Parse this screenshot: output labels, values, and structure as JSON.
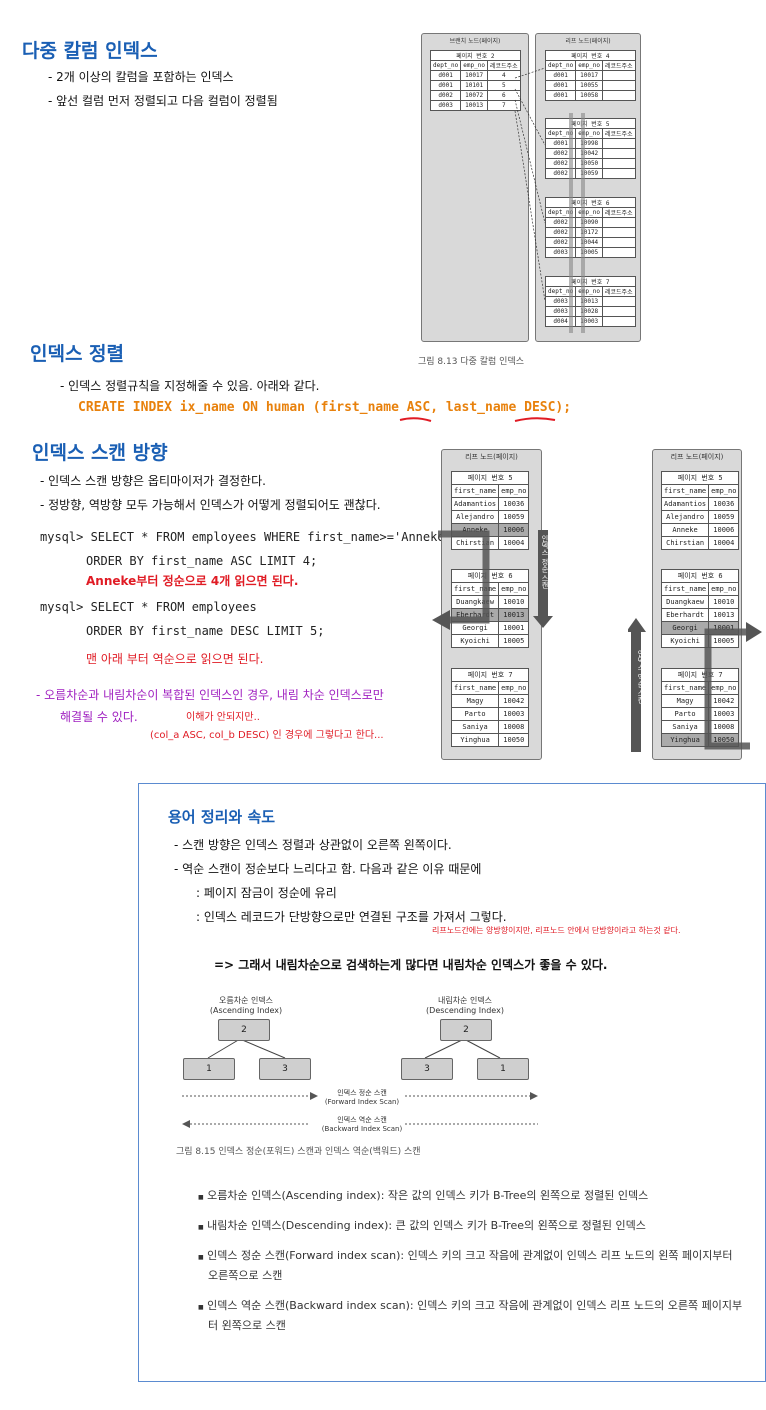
{
  "section1": {
    "title": "다중 칼럼 인덱스",
    "bullets": [
      "- 2개 이상의 칼럼을 포함하는 인덱스",
      "- 앞선 컬럼 먼저 정렬되고 다음 컬럼이 정렬됨"
    ],
    "figure": {
      "branch_title": "브랜치 노드(페이지)",
      "leaf_title": "리프 노드(페이지)",
      "branch_page": "페이지 번호 2",
      "headers": [
        "dept_no",
        "emp_no",
        "레코드주소"
      ],
      "branch_rows": [
        [
          "d001",
          "10017",
          "4"
        ],
        [
          "d001",
          "10101",
          "5"
        ],
        [
          "d002",
          "10072",
          "6"
        ],
        [
          "d003",
          "10013",
          "7"
        ]
      ],
      "leaf_pages": [
        {
          "label": "페이지 번호 4",
          "rows": [
            [
              "d001",
              "10017"
            ],
            [
              "d001",
              "10055"
            ],
            [
              "d001",
              "10058"
            ]
          ]
        },
        {
          "label": "페이지 번호 5",
          "rows": [
            [
              "d001",
              "10998"
            ],
            [
              "d002",
              "10042"
            ],
            [
              "d002",
              "10050"
            ],
            [
              "d002",
              "10059"
            ]
          ]
        },
        {
          "label": "페이지 번호 6",
          "rows": [
            [
              "d002",
              "10090"
            ],
            [
              "d002",
              "10172"
            ],
            [
              "d002",
              "10044"
            ],
            [
              "d003",
              "10005"
            ]
          ]
        },
        {
          "label": "페이지 번호 7",
          "rows": [
            [
              "d003",
              "10013"
            ],
            [
              "d003",
              "10028"
            ],
            [
              "d004",
              "10003"
            ]
          ]
        }
      ],
      "caption": "그림 8.13 다중 칼럼 인덱스"
    }
  },
  "section2": {
    "title": "인덱스 정렬",
    "note": "- 인덱스 정렬규칙을 지정해줄 수 있음. 아래와 같다.",
    "code": "CREATE INDEX ix_name ON human (first_name ASC, last_name DESC);"
  },
  "section3": {
    "title": "인덱스 스캔 방향",
    "bullets": [
      "- 인덱스 스캔 방향은 옵티마이저가 결정한다.",
      "- 정방향, 역방향 모두 가능해서 인덱스가 어떻게 정렬되어도 괜찮다."
    ],
    "query1_line1": "mysql> SELECT * FROM employees WHERE first_name>='Anneke'",
    "query1_line2": "ORDER BY first_name ASC LIMIT 4;",
    "query1_note": "Anneke부터 정순으로 4개 읽으면 된다.",
    "query2_line1": "mysql> SELECT * FROM employees",
    "query2_line2": "ORDER BY first_name DESC LIMIT 5;",
    "query2_note": "맨 아래 부터 역순으로 읽으면 된다.",
    "purple_line1": "- 오름차순과 내림차순이 복합된 인덱스인 경우, 내림 차순 인덱스로만",
    "purple_line2": "해결될 수 있다.",
    "red_aside1": "이해가 안되지만..",
    "red_aside2": "(col_a ASC, col_b DESC) 인 경우에 그렇다고 한다...",
    "leaf_title": "리프 노드(페이지)",
    "pages": [
      {
        "label": "페이지 번호 5",
        "headers": [
          "first_name",
          "emp_no"
        ],
        "rows": [
          [
            "Adamantios",
            "10036"
          ],
          [
            "Alejandro",
            "10059"
          ],
          [
            "Anneke",
            "10006"
          ],
          [
            "Chirstian",
            "10004"
          ]
        ]
      },
      {
        "label": "페이지 번호 6",
        "headers": [
          "first_name",
          "emp_no"
        ],
        "rows": [
          [
            "Duangkaew",
            "10010"
          ],
          [
            "Eberhardt",
            "10013"
          ],
          [
            "Georgi",
            "10001"
          ],
          [
            "Kyoichi",
            "10005"
          ]
        ]
      },
      {
        "label": "페이지 번호 7",
        "headers": [
          "first_name",
          "emp_no"
        ],
        "rows": [
          [
            "Magy",
            "10042"
          ],
          [
            "Parto",
            "10003"
          ],
          [
            "Saniya",
            "10008"
          ],
          [
            "Yinghua",
            "10050"
          ]
        ]
      }
    ],
    "fwd_label": "인덱스 정순 스캔",
    "bwd_label": "인덱스 역순 스캔"
  },
  "section4": {
    "title": "용어 정리와 속도",
    "bullets": [
      "- 스캔 방향은 인덱스 정렬과 상관없이 오른쪽 왼쪽이다.",
      "- 역순 스캔이 정순보다 느리다고 함. 다음과 같은 이유 때문에",
      ": 페이지 잠금이 정순에 유리",
      ": 인덱스 레코드가 단방향으로만 연결된 구조를 가져서 그렇다."
    ],
    "red_note": "리프노드간에는 양방향이지만, 리프노드 안에서 단방향이라고 하는것 같다.",
    "conclusion": "=> 그래서 내림차순으로 검색하는게 많다면 내림차순 인덱스가 좋을 수 있다.",
    "asc_label1": "오름차순 인덱스",
    "asc_label2": "(Ascending Index)",
    "desc_label1": "내림차순 인덱스",
    "desc_label2": "(Descending Index)",
    "asc_nodes": [
      "2",
      "1",
      "3"
    ],
    "desc_nodes": [
      "2",
      "3",
      "1"
    ],
    "fwd1": "인덱스 정순 스캔",
    "fwd2": "(Forward Index Scan)",
    "bwd1": "인덱스 역순 스캔",
    "bwd2": "(Backward Index Scan)",
    "caption": "그림 8.15 인덱스 정순(포워드) 스캔과 인덱스 역순(백워드) 스캔",
    "defs": [
      "오름차순 인덱스(Ascending index): 작은 값의 인덱스 키가 B-Tree의 왼쪽으로 정렬된 인덱스",
      "내림차순 인덱스(Descending index): 큰 값의 인덱스 키가 B-Tree의 왼쪽으로 정렬된 인덱스",
      "인덱스 정순 스캔(Forward index scan): 인덱스 키의 크고 작음에 관계없이 인덱스 리프 노드의 왼쪽 페이지부터",
      "오른쪽으로 스캔",
      "인덱스 역순 스캔(Backward index scan): 인덱스 키의 크고 작음에 관계없이 인덱스 리프 노드의 오른쪽 페이지부",
      "터 왼쪽으로 스캔"
    ]
  }
}
